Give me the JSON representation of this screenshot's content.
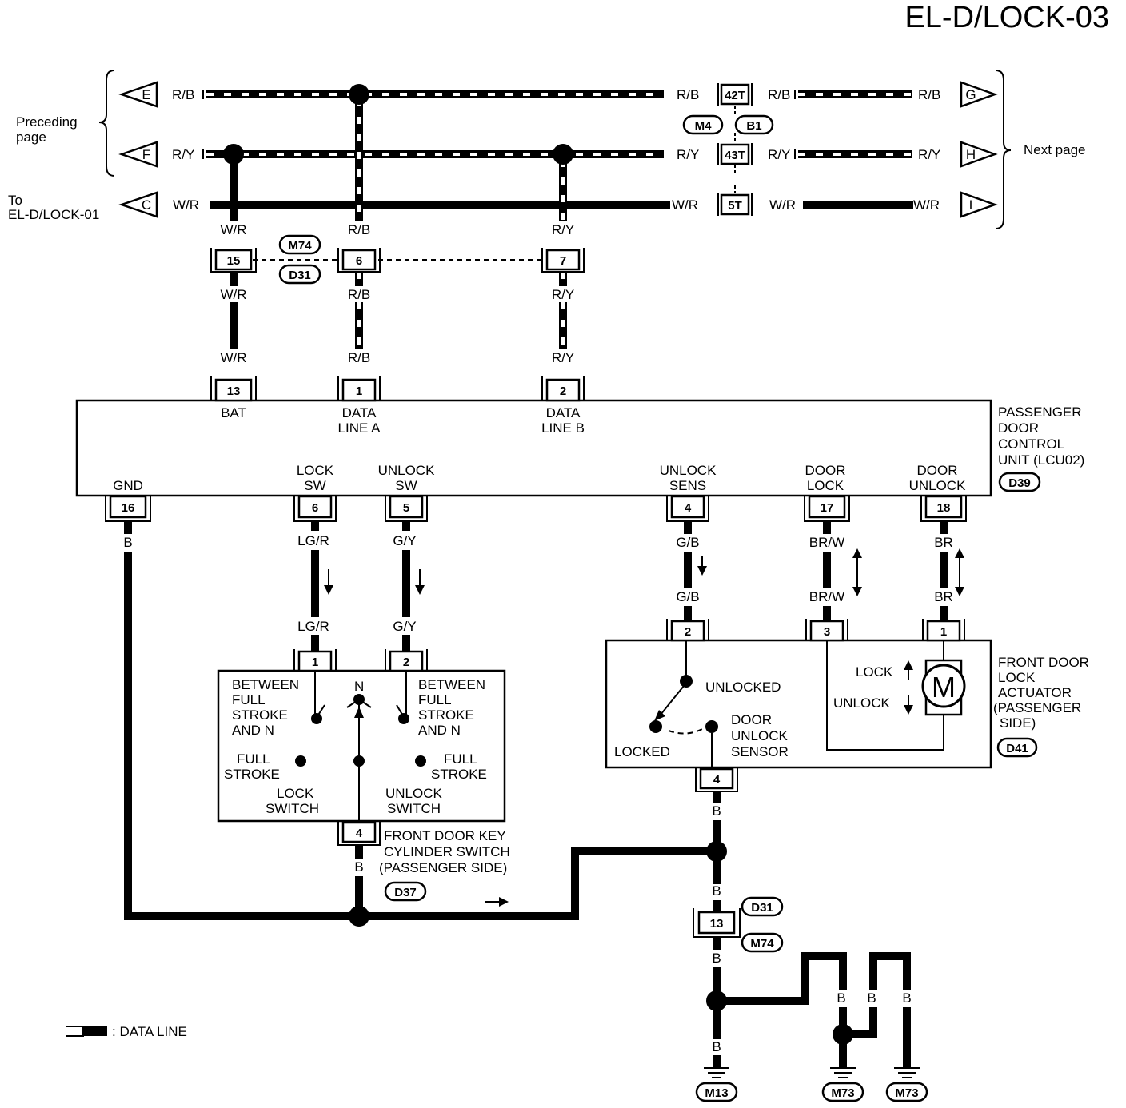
{
  "page_code": "EL-D/LOCK-03",
  "side_labels": {
    "preceding_1": "Preceding",
    "preceding_2": "page",
    "next": "Next page",
    "to_1": "To",
    "to_2": "EL-D/LOCK-01"
  },
  "terminals": {
    "E": "E",
    "F": "F",
    "C": "C",
    "G": "G",
    "H": "H",
    "I": "I"
  },
  "wire_colors": {
    "rb": "R/B",
    "ry": "R/Y",
    "wr": "W/R",
    "b": "B",
    "lgr": "LG/R",
    "gy": "G/Y",
    "gb": "G/B",
    "brw": "BR/W",
    "br": "BR"
  },
  "connectors": {
    "m4": "M4",
    "b1": "B1",
    "m74": "M74",
    "d31": "D31",
    "d39": "D39",
    "d41": "D41",
    "d37": "D37",
    "m13": "M13",
    "m73": "M73"
  },
  "pins": {
    "p42t": "42T",
    "p43t": "43T",
    "p5t": "5T",
    "p15": "15",
    "p6": "6",
    "p7": "7",
    "p13": "13",
    "p1": "1",
    "p2": "2",
    "p16": "16",
    "p5": "5",
    "p4": "4",
    "p17": "17",
    "p18": "18",
    "p3": "3"
  },
  "control_unit": {
    "name_1": "PASSENGER",
    "name_2": "DOOR",
    "name_3": "CONTROL",
    "name_4": "UNIT (LCU02)",
    "bat": "BAT",
    "data": "DATA",
    "line_a": "LINE A",
    "line_b": "LINE B",
    "gnd": "GND",
    "lock": "LOCK",
    "unlock": "UNLOCK",
    "sw": "SW",
    "sens": "SENS",
    "door": "DOOR"
  },
  "key_switch": {
    "between": "BETWEEN",
    "full": "FULL",
    "stroke": "STROKE",
    "and_n": "AND N",
    "n": "N",
    "lock_switch_1": "LOCK",
    "unlock_switch_1": "UNLOCK",
    "switch": "SWITCH",
    "name_1": "FRONT DOOR KEY",
    "name_2": "CYLINDER SWITCH",
    "name_3": "(PASSENGER SIDE)"
  },
  "actuator": {
    "unlocked": "UNLOCKED",
    "locked": "LOCKED",
    "door": "DOOR",
    "unlock": "UNLOCK",
    "sensor": "SENSOR",
    "lock": "LOCK",
    "motor": "M",
    "name_1": "FRONT DOOR",
    "name_2": "LOCK",
    "name_3": "ACTUATOR",
    "name_4": "(PASSENGER",
    "name_5": "SIDE)"
  },
  "legend": {
    "text": ": DATA LINE"
  }
}
